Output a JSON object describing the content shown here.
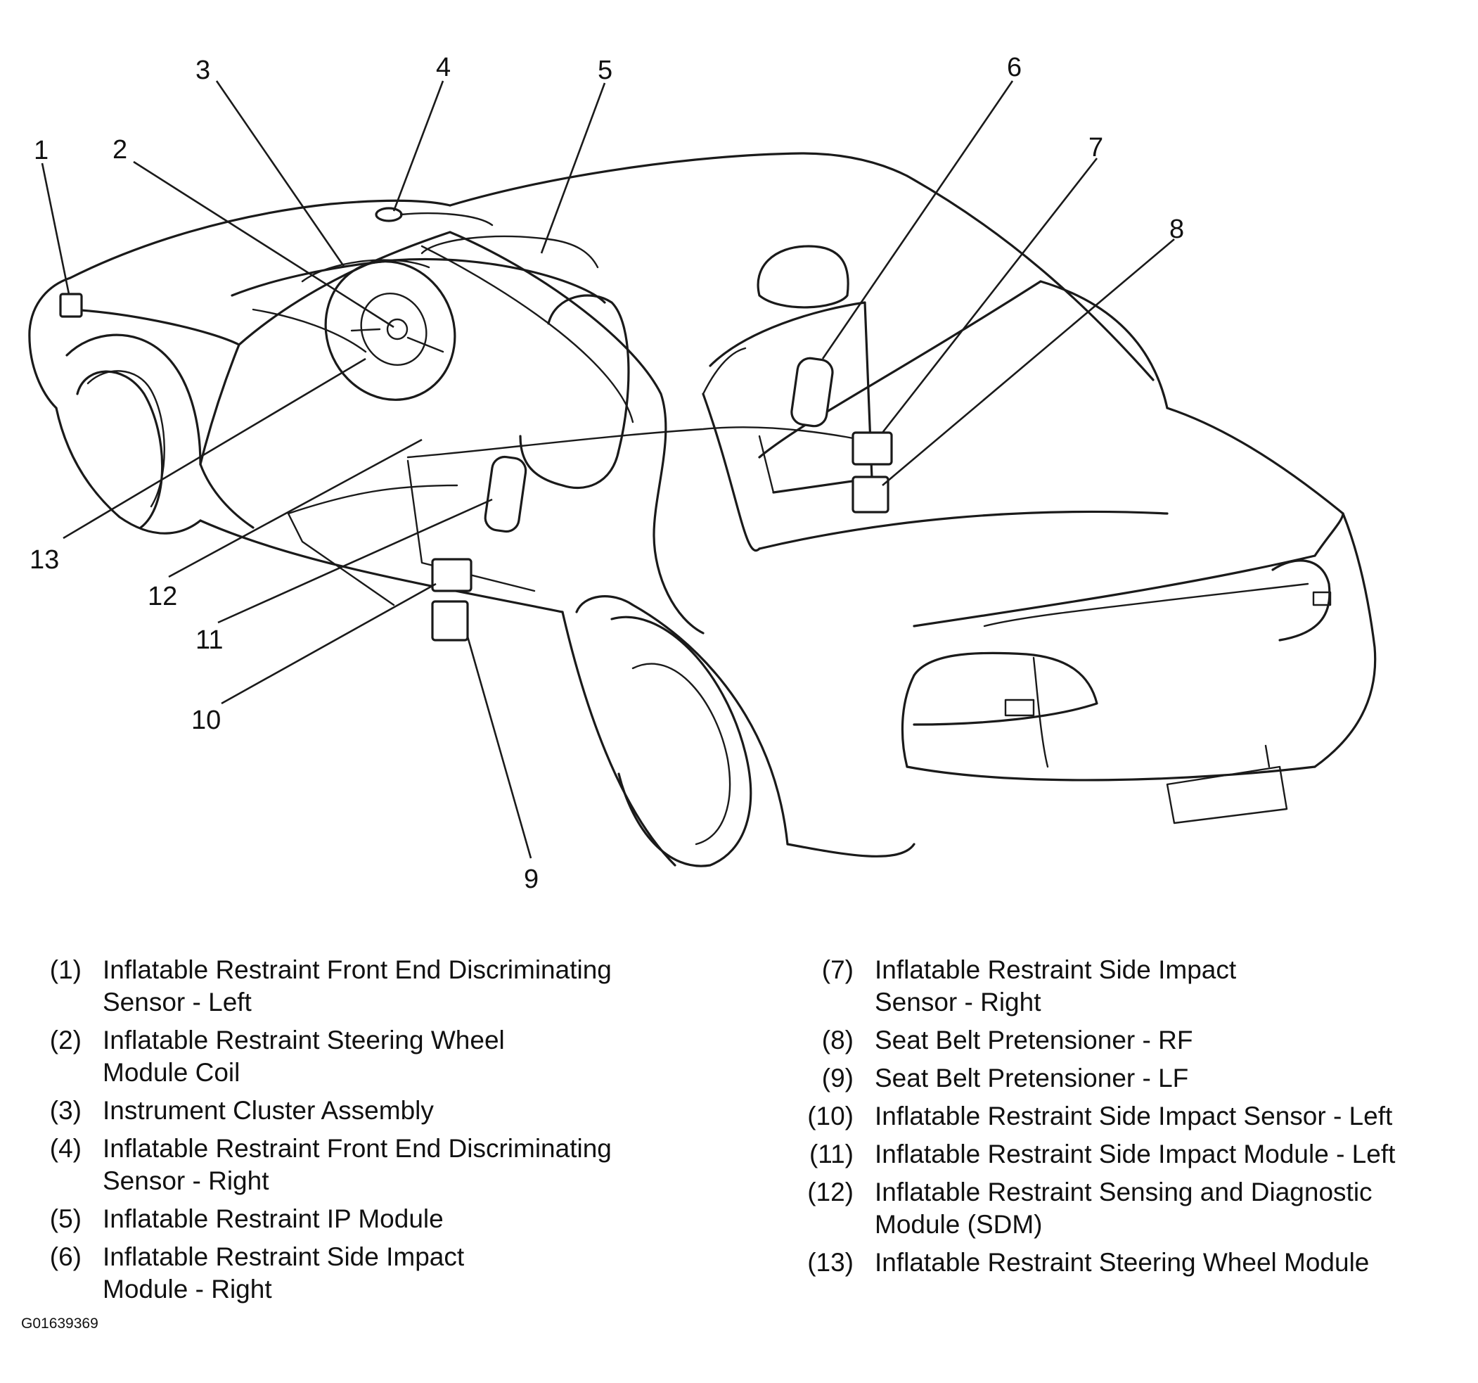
{
  "diagram": {
    "callouts": [
      "1",
      "2",
      "3",
      "4",
      "5",
      "6",
      "7",
      "8",
      "9",
      "10",
      "11",
      "12",
      "13"
    ]
  },
  "legend": {
    "left": [
      {
        "num": "(1)",
        "text": "Inflatable Restraint Front End Discriminating\nSensor - Left"
      },
      {
        "num": "(2)",
        "text": "Inflatable Restraint Steering Wheel\nModule Coil"
      },
      {
        "num": "(3)",
        "text": "Instrument Cluster Assembly"
      },
      {
        "num": "(4)",
        "text": "Inflatable Restraint Front End Discriminating\nSensor - Right"
      },
      {
        "num": "(5)",
        "text": "Inflatable Restraint IP Module"
      },
      {
        "num": "(6)",
        "text": "Inflatable Restraint Side Impact\nModule - Right"
      }
    ],
    "right": [
      {
        "num": "(7)",
        "text": "Inflatable Restraint Side Impact\nSensor - Right"
      },
      {
        "num": "(8)",
        "text": "Seat Belt Pretensioner - RF"
      },
      {
        "num": "(9)",
        "text": "Seat Belt Pretensioner - LF"
      },
      {
        "num": "(10)",
        "text": "Inflatable Restraint Side Impact Sensor - Left"
      },
      {
        "num": "(11)",
        "text": "Inflatable Restraint Side Impact Module - Left"
      },
      {
        "num": "(12)",
        "text": "Inflatable Restraint Sensing and Diagnostic\nModule (SDM)"
      },
      {
        "num": "(13)",
        "text": "Inflatable Restraint Steering Wheel Module"
      }
    ]
  },
  "figure_id": "G01639369"
}
